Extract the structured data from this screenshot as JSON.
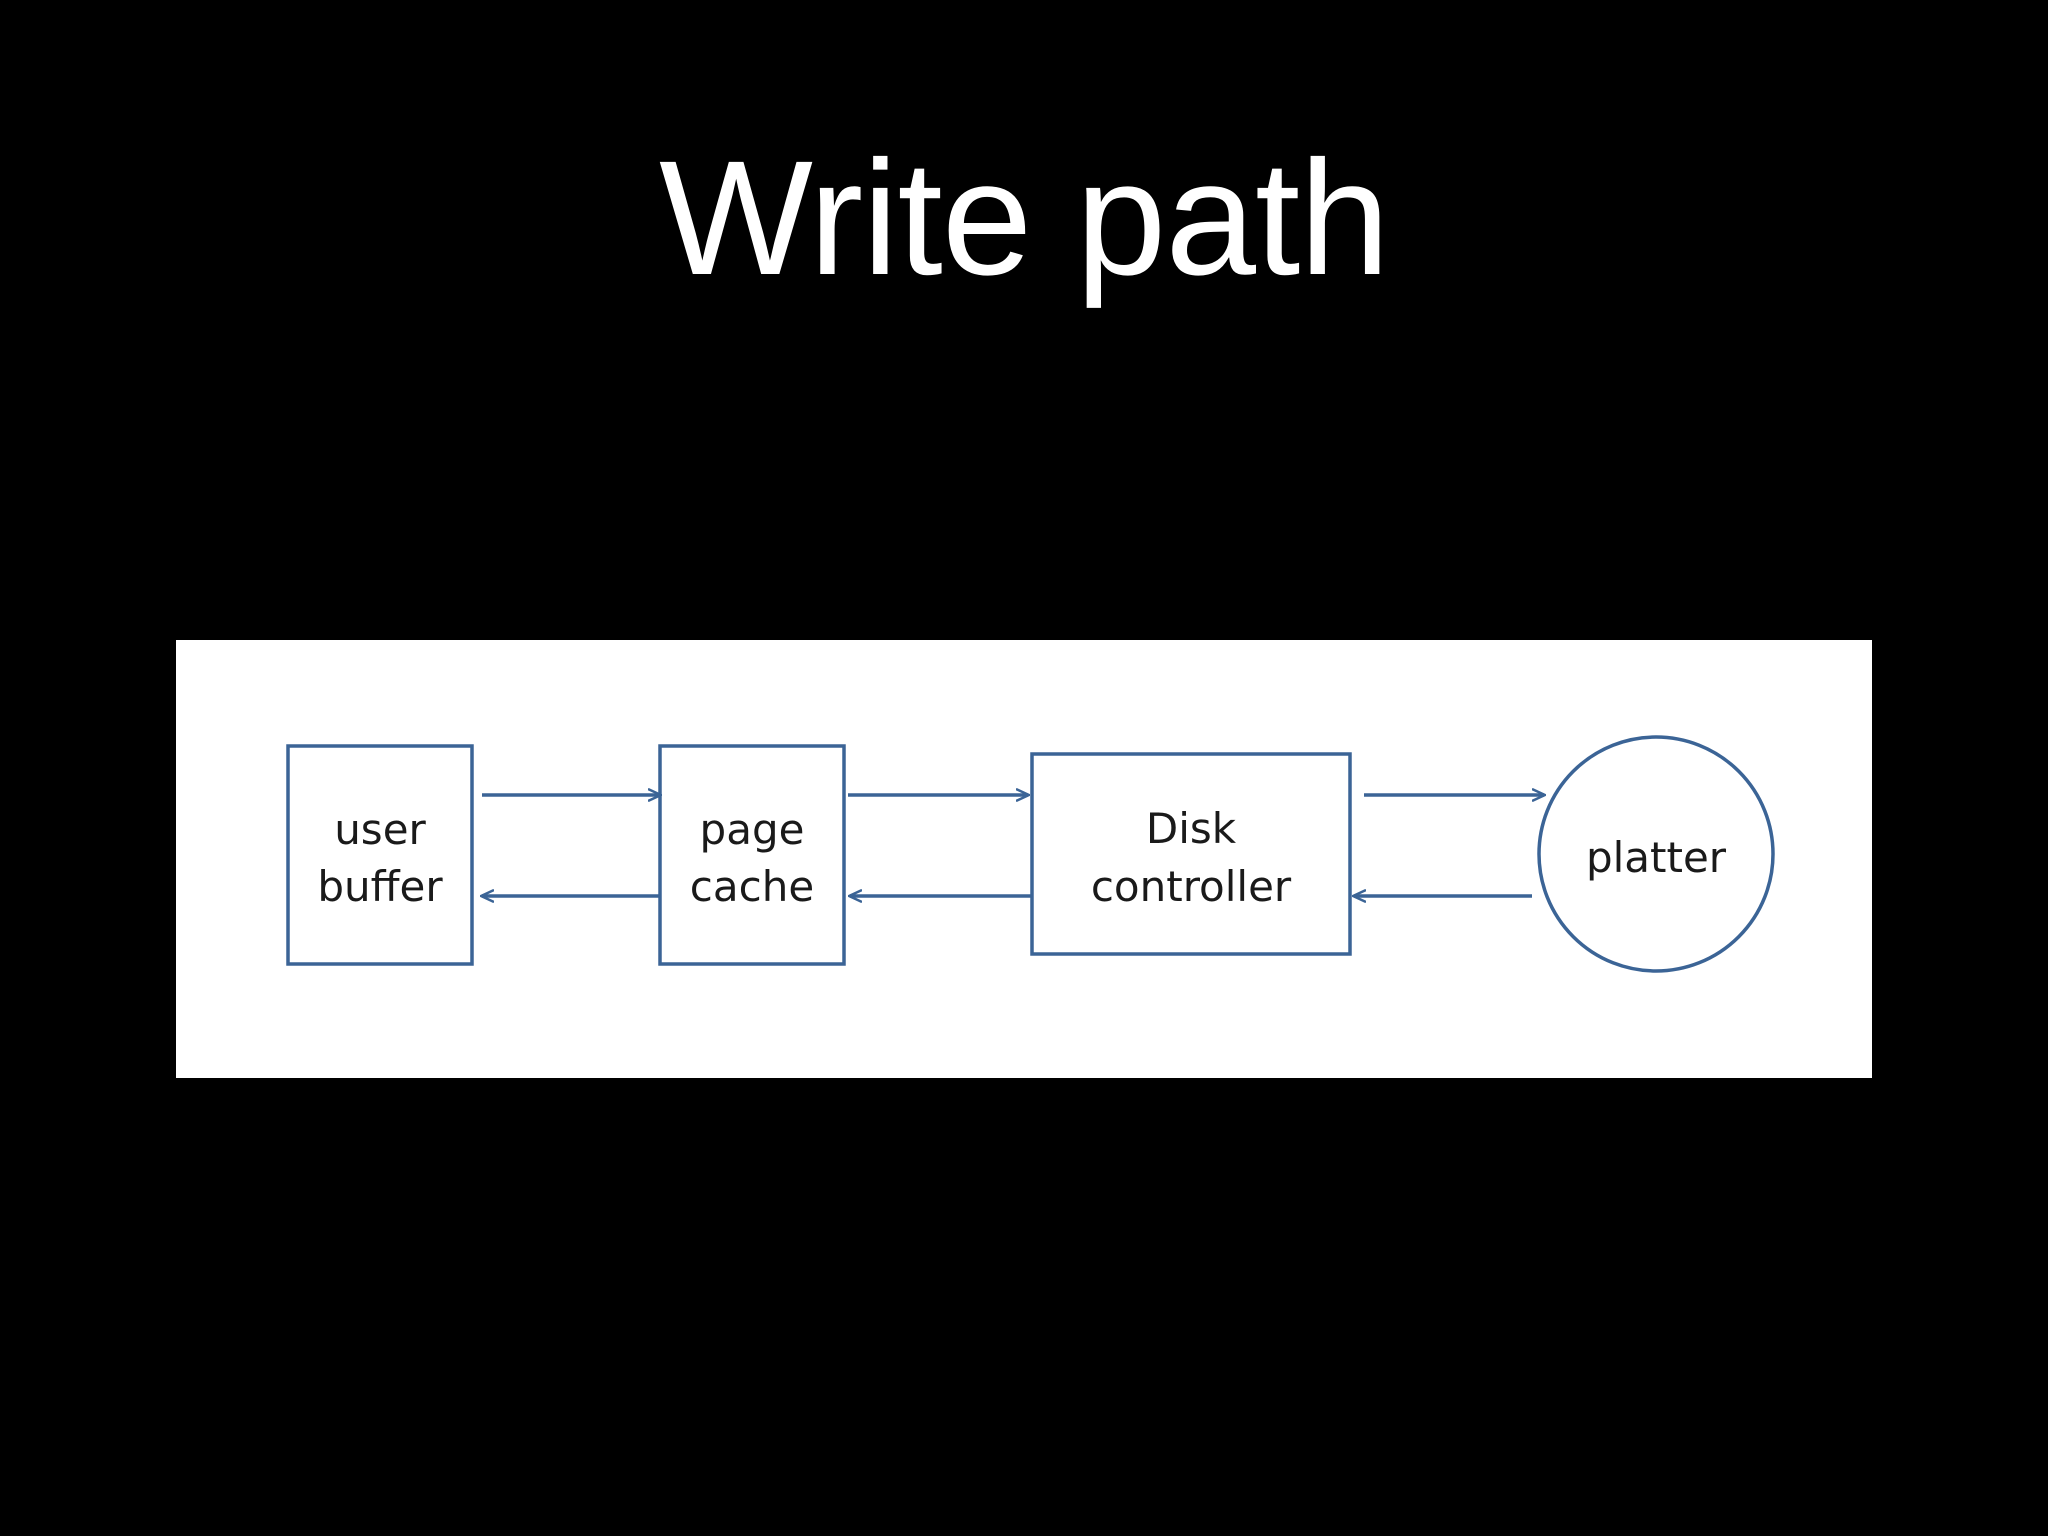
{
  "slide": {
    "title": "Write path"
  },
  "diagram": {
    "accent_color": "#3b6496",
    "nodes": {
      "user_buffer": {
        "line1": "user",
        "line2": "buffer",
        "shape": "rectangle"
      },
      "page_cache": {
        "line1": "page",
        "line2": "cache",
        "shape": "rectangle"
      },
      "disk_controller": {
        "line1": "Disk",
        "line2": "controller",
        "shape": "rectangle"
      },
      "platter": {
        "label": "platter",
        "shape": "circle"
      }
    },
    "edges": [
      {
        "from": "user_buffer",
        "to": "page_cache"
      },
      {
        "from": "page_cache",
        "to": "user_buffer"
      },
      {
        "from": "page_cache",
        "to": "disk_controller"
      },
      {
        "from": "disk_controller",
        "to": "page_cache"
      },
      {
        "from": "disk_controller",
        "to": "platter"
      },
      {
        "from": "platter",
        "to": "disk_controller"
      }
    ]
  }
}
